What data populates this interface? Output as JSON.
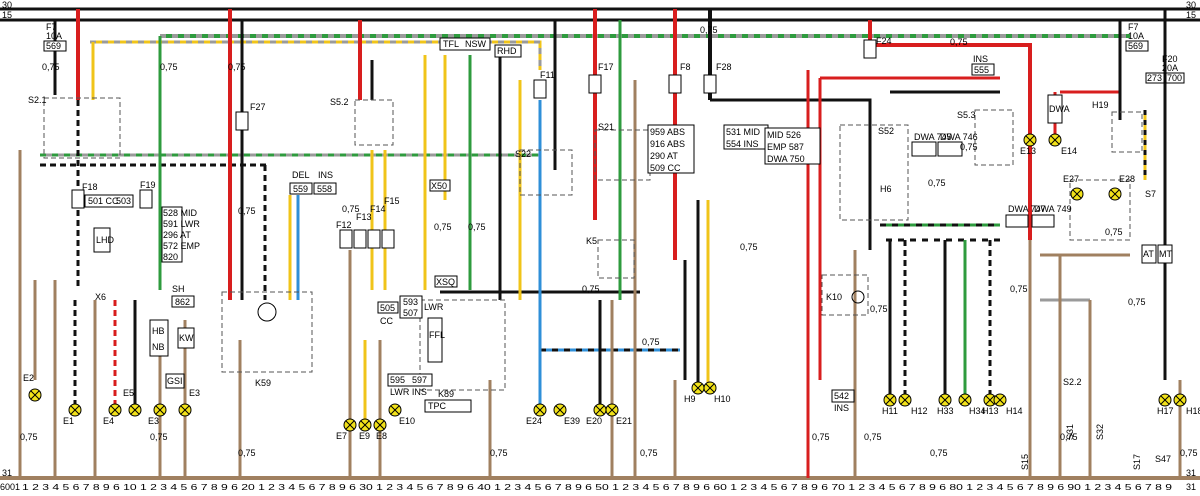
{
  "diagram": {
    "colors": {
      "red": "#d81e1e",
      "black": "#111111",
      "brown": "#a08060",
      "yellow": "#f0c419",
      "green": "#2e9b3e",
      "blue": "#2f8fd8",
      "gray": "#9a9a9a",
      "white": "#ffffff",
      "lamp": "#f2e21a"
    },
    "rails": {
      "top_left": "30",
      "top_right": "30",
      "mid_left": "15",
      "mid_right": "15",
      "bottom_left": "31",
      "bottom_right": "31"
    },
    "ground_numbers": "1 2 3 4 5 6 7 8 9 6 10 1 2 3 4 5 6 7 8 9 6 20 1 2 3 4 5 6 7 8 9 6 30 1 2 3 4 5 6 7 8 9 6 40 1 2 3 4 5 6 7 8 9 6 50 1 2 3 4 5 6 7 8 9 6 60 1 2 3 4 5 6 7 8 9 6 70 1 2 3 4 5 6 7 8 9 6 80 1 2 3 4 5 6 7 8 9 6 90 1 2 3 4 5 6 7 8 9",
    "page_left": "6001",
    "page_right": "31",
    "fuses": {
      "f7_left": {
        "name": "F7",
        "rating": "10A",
        "ref": "569"
      },
      "f7_right": {
        "name": "F7",
        "rating": "10A",
        "ref": "569"
      },
      "f20": {
        "name": "F20",
        "rating": "20A",
        "ref_at": "273",
        "ref_mt": "700"
      },
      "f27": "F27",
      "f11": "F11",
      "f17": "F17",
      "f8": "F8",
      "f28": "F28",
      "f24": "F24",
      "f18": "F18",
      "f19": "F19",
      "f12": "F12",
      "f13": "F13",
      "f14": "F14",
      "f15": "F15"
    },
    "components": {
      "s2_1": "S2.1",
      "s5_2": "S5.2",
      "s21": "S21",
      "s22": "S22",
      "s52": "S52",
      "s5_3": "S5.3",
      "k5": "K5",
      "k10": "K10",
      "k59": "K59",
      "k89": "K89",
      "h19": "H19",
      "h6": "H6",
      "s7": "S7",
      "s2_2": "S2.2",
      "s31": "S31",
      "s32": "S32",
      "s15": "S15",
      "s17": "S17",
      "s47": "S47",
      "x6": "X6"
    },
    "lamps": [
      "E2",
      "E1",
      "E4",
      "E5",
      "E3",
      "E3",
      "E7",
      "E9",
      "E8",
      "E10",
      "E24",
      "E39",
      "E20",
      "E21",
      "H9",
      "H10",
      "E13",
      "E14",
      "E27",
      "E28",
      "H11",
      "H12",
      "H33",
      "H34",
      "H13",
      "H14",
      "H17",
      "H18"
    ],
    "boxes": {
      "f18_block": [
        "501 CC",
        "503"
      ],
      "option_list": [
        "528 MID",
        "591 LWR",
        "296 AT",
        "572 EMP",
        "820"
      ],
      "sh": {
        "label": "SH",
        "ref": "862"
      },
      "del_ins": {
        "del": "DEL",
        "del_ref": "559",
        "ins": "INS",
        "ins_ref": "558"
      },
      "lwr": [
        "593",
        "507",
        "LWR"
      ],
      "cc": [
        "505",
        "CC"
      ],
      "lwr_pair": [
        "595",
        "597",
        "LWR INS"
      ],
      "abs_list": [
        "959 ABS",
        "916 ABS",
        "290 AT",
        "509 CC"
      ],
      "mid_ins": [
        "531 MID",
        "554 INS"
      ],
      "mid_emp_dwa": [
        "MID 526",
        "EMP 587",
        "DWA 750"
      ],
      "dwa_pair": [
        "DWA 745",
        "DWA 746"
      ],
      "ins_555": [
        "INS",
        "555"
      ],
      "dwa_749": [
        "DWA 747",
        "DWA 749"
      ],
      "ins_542": [
        "542",
        "INS"
      ]
    },
    "tags": [
      "TFL",
      "NSW",
      "RHD",
      "LHD",
      "XSQ",
      "X50",
      "HB",
      "NB",
      "KW",
      "GSI",
      "DWA",
      "AT",
      "MT",
      "FFL",
      "TPC"
    ],
    "wire_label": "0,75"
  }
}
